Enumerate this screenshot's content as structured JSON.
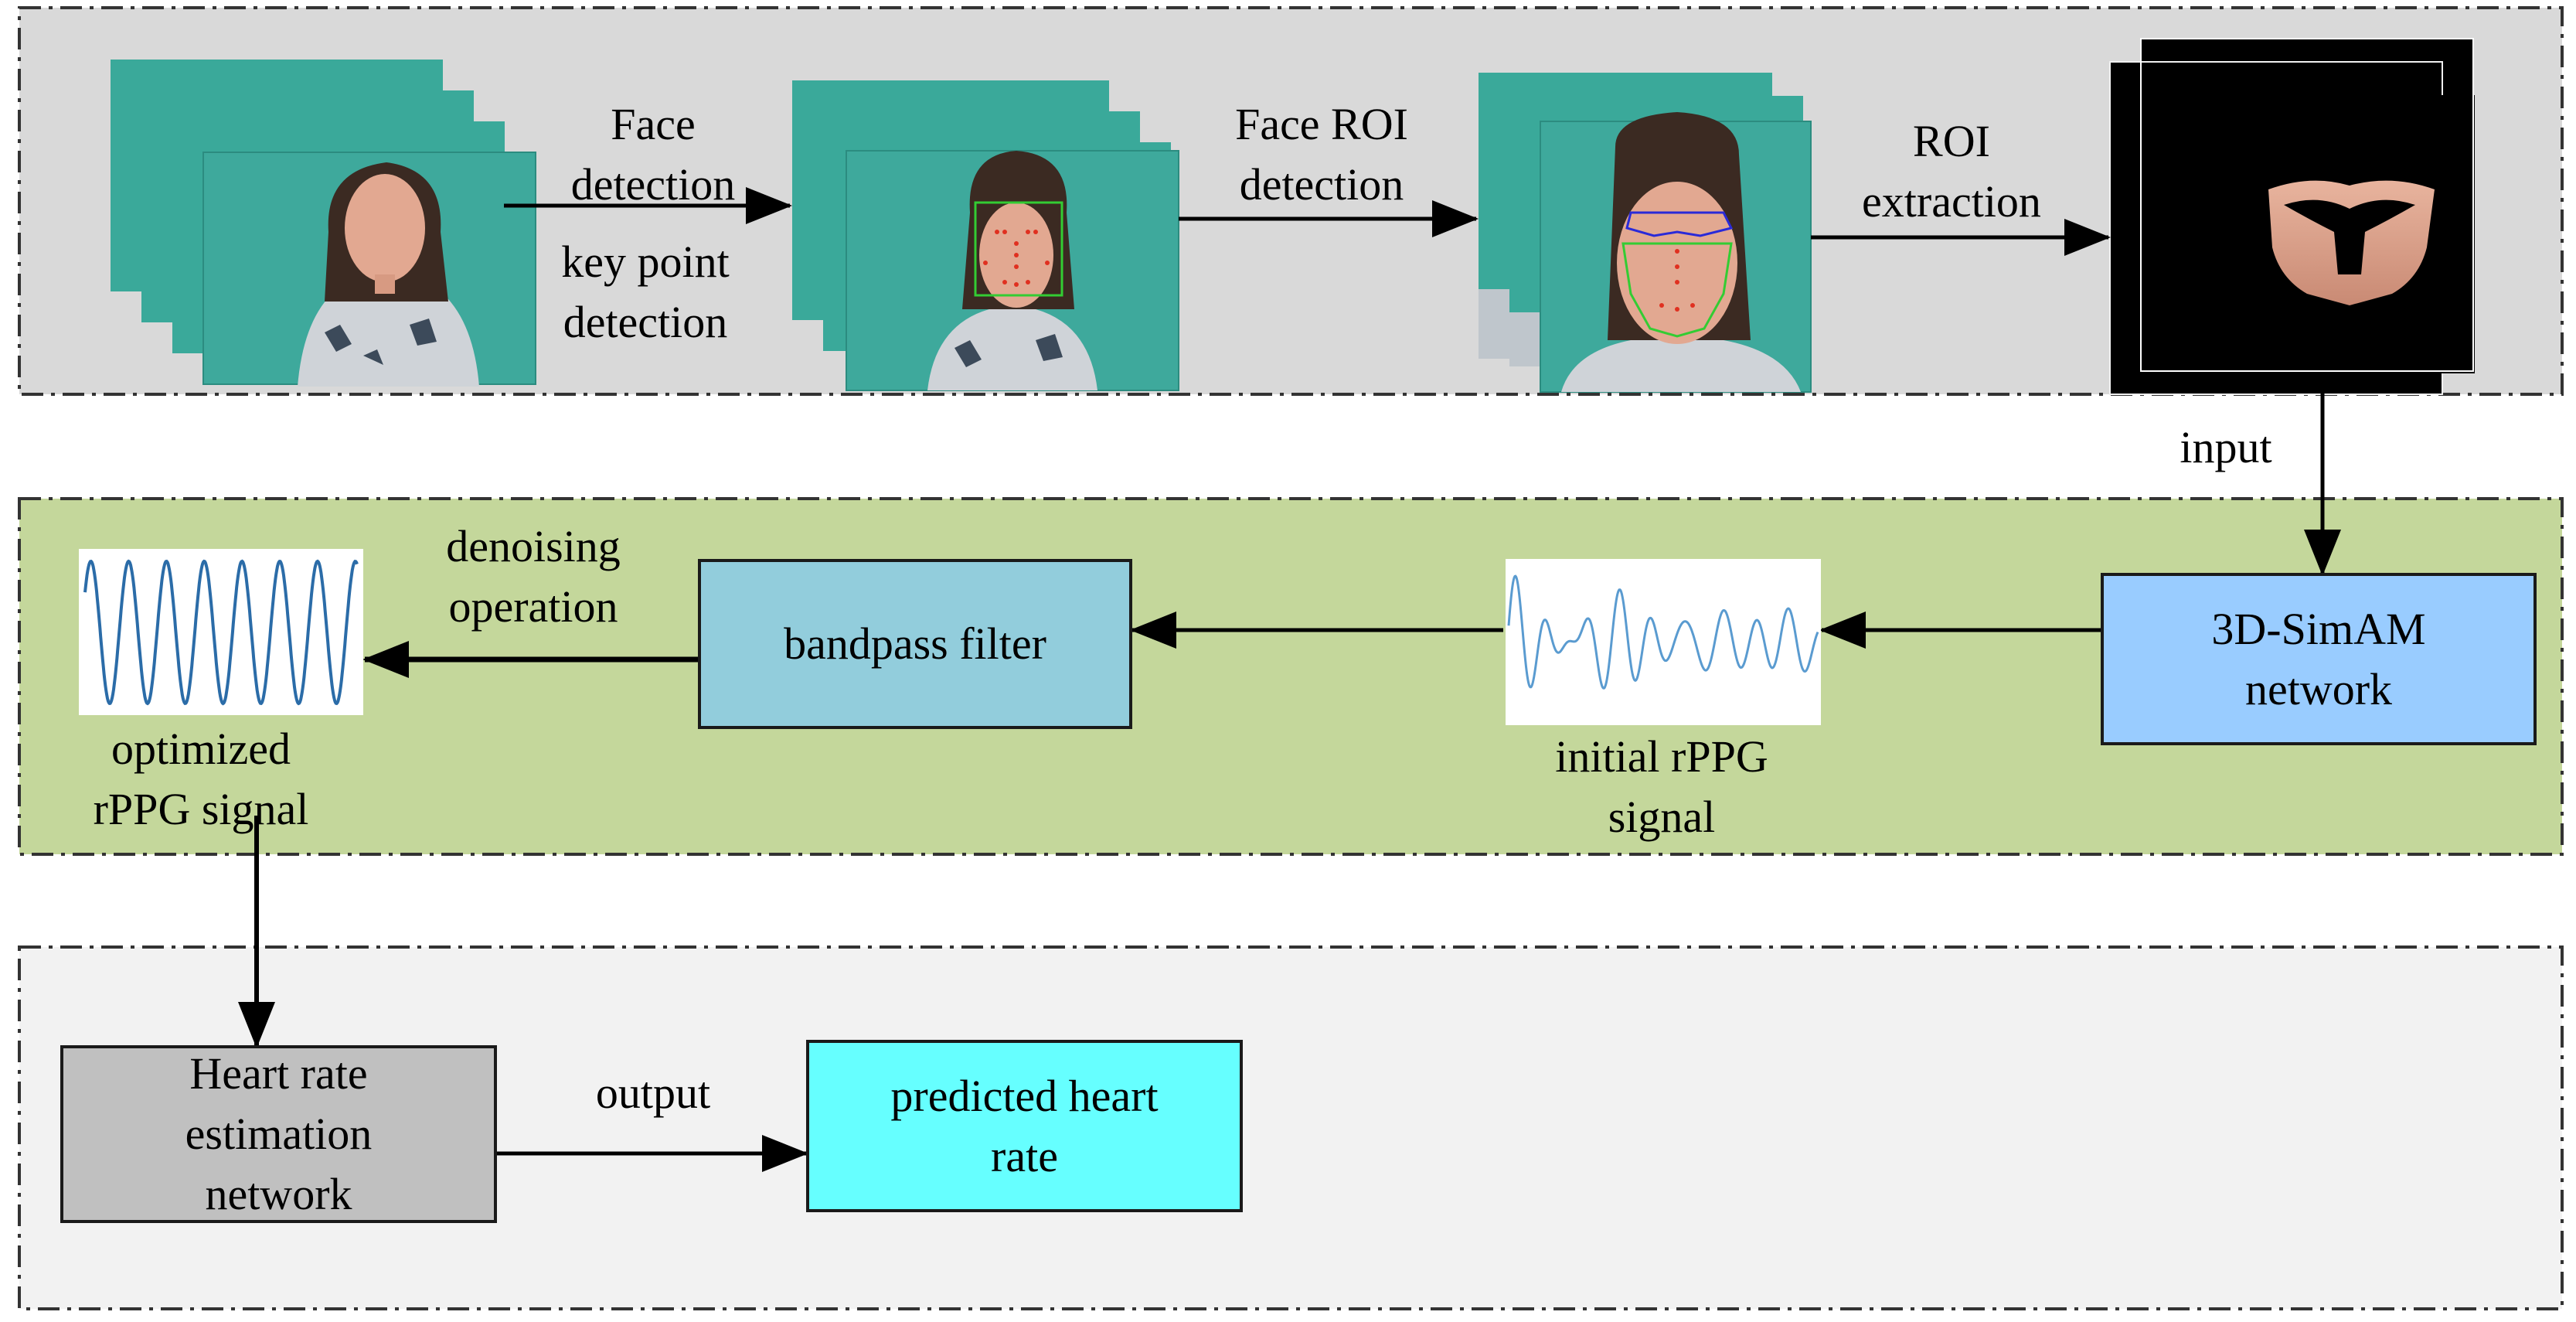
{
  "stage1": {
    "label_face_detection": "Face\ndetection",
    "label_keypoint": "key point\ndetection",
    "label_face_roi": "Face ROI\ndetection",
    "label_roi_extraction": "ROI\nextraction"
  },
  "connector": {
    "input_label": "input"
  },
  "stage2": {
    "network_box": "3D-SimAM\nnetwork",
    "initial_signal_label": "initial rPPG\nsignal",
    "filter_box": "bandpass filter",
    "denoise_label": "denoising\noperation",
    "optimized_label": "optimized\nrPPG signal"
  },
  "stage3": {
    "hr_network_box": "Heart rate\nestimation\nnetwork",
    "output_label": "output",
    "predicted_box": "predicted heart\nrate"
  },
  "colors": {
    "panel1_bg": "#d9d9d9",
    "panel2_bg": "#c4d79b",
    "panel3_bg": "#f2f2f2",
    "network_box": "#99ccff",
    "filter_box": "#92cddc",
    "hr_network_box": "#c0c0c0",
    "predicted_box": "#66ffff",
    "video_bg": "#3aa99a"
  }
}
